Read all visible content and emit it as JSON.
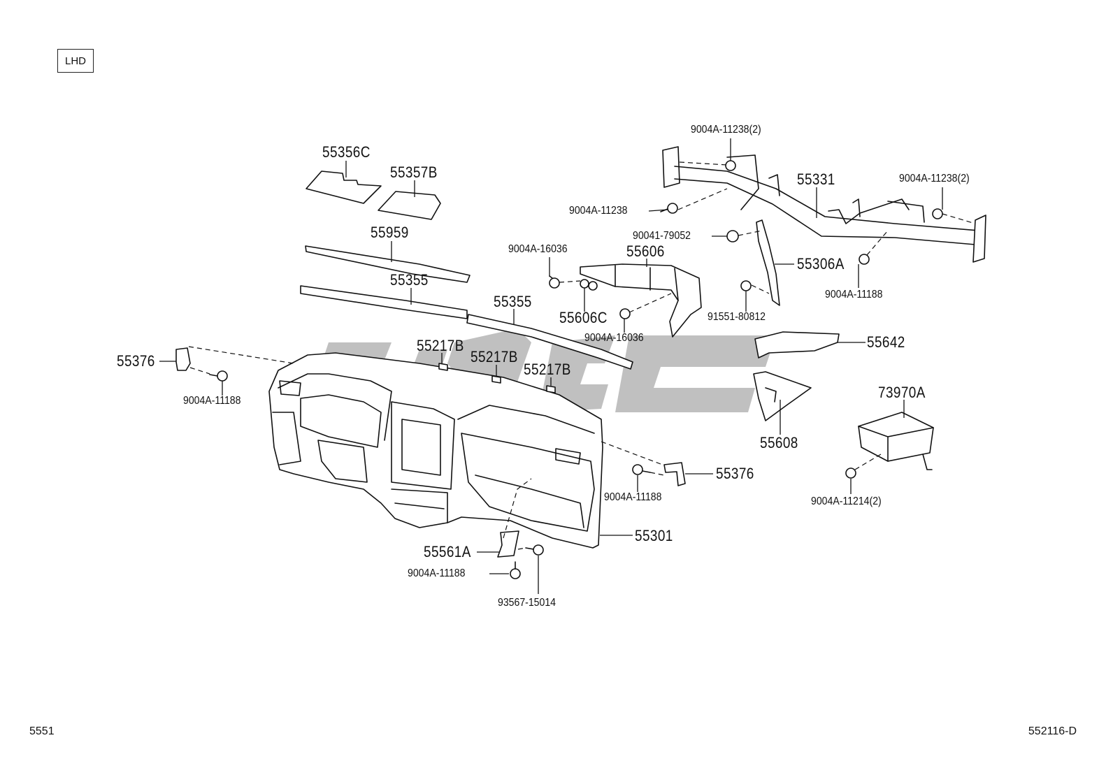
{
  "variant_badge": "LHD",
  "page_code_left": "5551",
  "page_code_right": "552116-D",
  "watermark_icon": "brand-watermark",
  "part_labels": [
    {
      "id": "p1",
      "text": "55356C"
    },
    {
      "id": "p2",
      "text": "55357B"
    },
    {
      "id": "p3",
      "text": "55959"
    },
    {
      "id": "p4",
      "text": "55355"
    },
    {
      "id": "p5",
      "text": "55355"
    },
    {
      "id": "p6",
      "text": "55376"
    },
    {
      "id": "p7",
      "text": "9004A-11188"
    },
    {
      "id": "p8",
      "text": "55217B"
    },
    {
      "id": "p9",
      "text": "55217B"
    },
    {
      "id": "p10",
      "text": "55217B"
    },
    {
      "id": "p11",
      "text": "9004A-16036"
    },
    {
      "id": "p12",
      "text": "55606"
    },
    {
      "id": "p13",
      "text": "55606C"
    },
    {
      "id": "p14",
      "text": "9004A-16036"
    },
    {
      "id": "p15",
      "text": "9004A-11238(2)"
    },
    {
      "id": "p16",
      "text": "55331"
    },
    {
      "id": "p17",
      "text": "9004A-11238(2)"
    },
    {
      "id": "p18",
      "text": "9004A-11238"
    },
    {
      "id": "p19",
      "text": "90041-79052"
    },
    {
      "id": "p20",
      "text": "55306A"
    },
    {
      "id": "p21",
      "text": "9004A-11188"
    },
    {
      "id": "p22",
      "text": "91551-80812"
    },
    {
      "id": "p23",
      "text": "55642"
    },
    {
      "id": "p24",
      "text": "73970A"
    },
    {
      "id": "p25",
      "text": "55608"
    },
    {
      "id": "p26",
      "text": "9004A-11214(2)"
    },
    {
      "id": "p27",
      "text": "55376"
    },
    {
      "id": "p28",
      "text": "9004A-11188"
    },
    {
      "id": "p29",
      "text": "55301"
    },
    {
      "id": "p30",
      "text": "55561A"
    },
    {
      "id": "p31",
      "text": "9004A-11188"
    },
    {
      "id": "p32",
      "text": "93567-15014"
    }
  ]
}
